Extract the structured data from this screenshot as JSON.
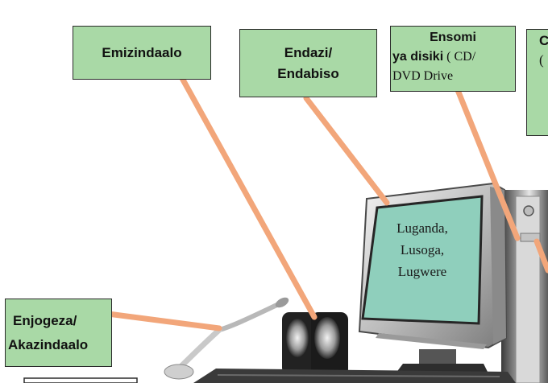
{
  "labels": {
    "speakers": "Emizindaalo",
    "monitor_line1": "Endazi/",
    "monitor_line2": "Endabiso",
    "cd_line1": "Ensomi",
    "cd_bold": "ya disiki",
    "cd_regular": " ( CD/",
    "cd_line3": "DVD Drive",
    "microphone_line1": "Enjogeza/",
    "microphone_line2": "Akazindaalo",
    "partial_right_letter": "C",
    "partial_right_paren": "("
  },
  "screen": {
    "line1": "Luganda,",
    "line2": "Lusoga,",
    "line3": "Lugwere"
  },
  "colors": {
    "label_fill": "#a9d9a6",
    "screen_fill": "#8fcfbc",
    "pointer": "#f2a67a"
  }
}
